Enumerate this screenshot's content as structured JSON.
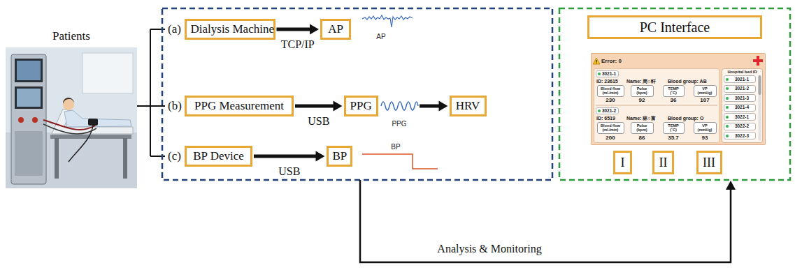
{
  "diagram": {
    "nodes": [
      {
        "text": [
          "Dialysis Machine"
        ]
      },
      {
        "text": [
          "AP"
        ]
      },
      {
        "text": [
          "PPG Measurement"
        ]
      },
      {
        "text": [
          "PPG"
        ]
      },
      {
        "text": [
          "HRV"
        ]
      },
      {
        "text": [
          "BP Device"
        ]
      },
      {
        "text": [
          "BP"
        ]
      },
      {
        "text": [
          "PC Interface"
        ]
      },
      {
        "text": [
          "Error: 0"
        ]
      },
      {
        "text": [
          "ID: 23615",
          "Name: 周○軒",
          "Blood group: AB",
          "230",
          "92",
          "36",
          "107",
          "ID: 6519",
          "Name: 林○富",
          "Blood group: O",
          "200",
          "86",
          "35.7",
          "93"
        ],
        "in": 8
      },
      {
        "text": [
          "3021-1"
        ],
        "in": 9
      },
      {
        "text": [
          "Blood flow (ml./min)"
        ],
        "in": 9
      },
      {
        "text": [
          "Pulse (bpm)"
        ],
        "in": 9
      },
      {
        "text": [
          "TEMP (˚C)"
        ],
        "in": 9
      },
      {
        "text": [
          "VP (mmHg)"
        ],
        "in": 9
      },
      {
        "text": [
          "3021-2"
        ],
        "in": 9
      },
      {
        "text": [
          "Blood flow (ml./min)"
        ],
        "in": 9
      },
      {
        "text": [
          "Pulse (bpm)"
        ],
        "in": 9
      },
      {
        "text": [
          "TEMP (˚C)"
        ],
        "in": 9
      },
      {
        "text": [
          "VP (mmHg)"
        ],
        "in": 9
      },
      {
        "text": [
          "Hospital bed ID"
        ],
        "in": 8
      },
      {
        "text": [
          "3021-1"
        ],
        "in": 20
      },
      {
        "text": [
          "3021-2"
        ],
        "in": 20
      },
      {
        "text": [
          "3021-3"
        ],
        "in": 20
      },
      {
        "text": [
          "3021-4"
        ],
        "in": 20
      },
      {
        "text": [
          "3022-1"
        ],
        "in": 20
      },
      {
        "text": [
          "3022-2"
        ],
        "in": 20
      },
      {
        "text": [
          "3022-3"
        ],
        "in": 20
      },
      {
        "text": [
          "I"
        ]
      },
      {
        "text": [
          "II"
        ]
      },
      {
        "text": [
          "III"
        ]
      }
    ],
    "edges": [
      {
        "from": 0,
        "to": 1,
        "label": "TCP/IP",
        "arrow": "to"
      },
      {
        "from": 2,
        "to": 3,
        "label": "USB",
        "arrow": "to"
      },
      {
        "from": 3,
        "to": 4,
        "arrow": "to"
      },
      {
        "from": 5,
        "to": 6,
        "label": "USB",
        "arrow": "to"
      }
    ],
    "labels": [
      "Patients",
      "(a)",
      "(b)",
      "(c)",
      "AP",
      "PPG",
      "BP",
      "Analysis & Monitoring"
    ]
  }
}
